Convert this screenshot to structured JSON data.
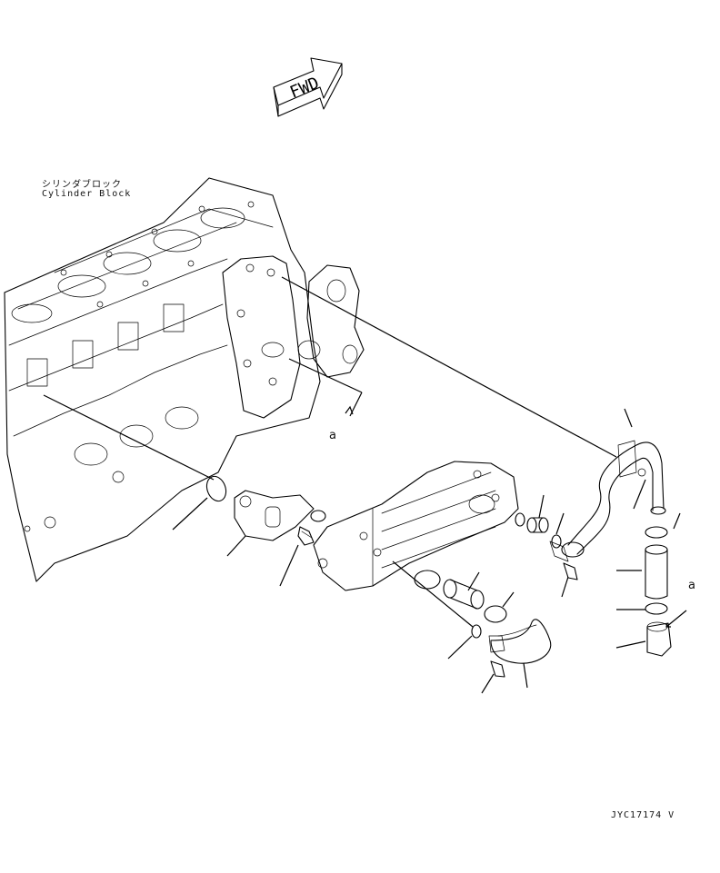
{
  "fwd_label": "FWD",
  "cylinder_block": {
    "japanese": "シリンダブロック",
    "english": "Cylinder Block"
  },
  "ref_a_upper": "a",
  "ref_a_right": "a",
  "drawing_code": "JYC17174 V"
}
